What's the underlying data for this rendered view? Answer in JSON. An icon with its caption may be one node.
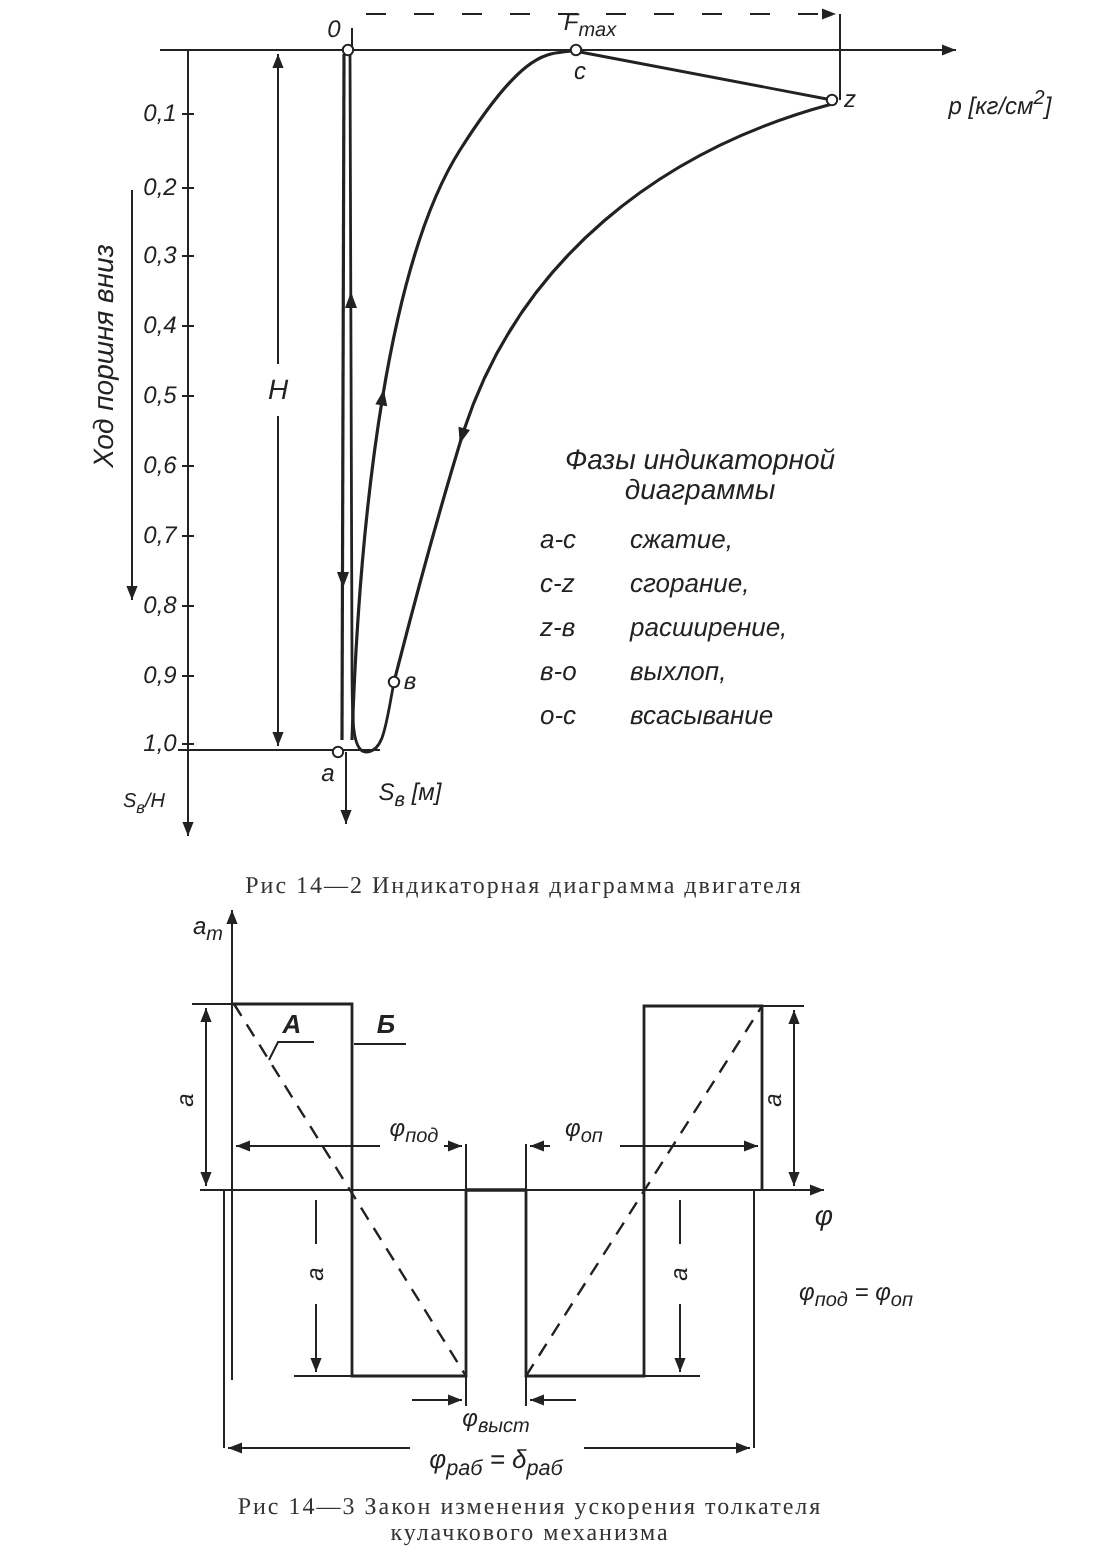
{
  "diagram": {
    "nodes": [
      {
        "text": [
          "А"
        ]
      },
      {
        "text": [
          "Б"
        ]
      }
    ],
    "edges": [
      {
        "from": 0,
        "to": null,
        "arrow": "none"
      },
      {
        "from": 1,
        "to": null,
        "arrow": "none"
      }
    ],
    "labels": [
      "0",
      "F$_{max}$",
      "c",
      "z",
      "p [кг/см$^{2}$]",
      "0,1",
      "0,2",
      "0,3",
      "0,4",
      "0,5",
      "0,6",
      "0,7",
      "0,8",
      "0,9",
      "1,0",
      "Ход поршня вниз",
      "H",
      "в",
      "а",
      "S$_{в}$/H",
      "S$_{в}$ [м]",
      "Фазы индикаторной диаграммы",
      "а-с",
      "сжатие,",
      "с-z",
      "сгорание,",
      "z-в",
      "расширение,",
      "в-о",
      "выхлоп,",
      "о-с",
      "всасывание",
      "Рис 14—2 Индикаторная диаграмма двигателя",
      "a$_{т}$",
      "a",
      "φ$_{под}$",
      "φ$_{оп}$",
      "a",
      "φ",
      "a",
      "a",
      "φ$_{под}$ = φ$_{оп}$",
      "φ$_{выст}$",
      "φ$_{раб}$ = δ$_{раб}$",
      "Рис 14—3 Закон изменения ускорения толкателя кулачкового механизма"
    ]
  }
}
